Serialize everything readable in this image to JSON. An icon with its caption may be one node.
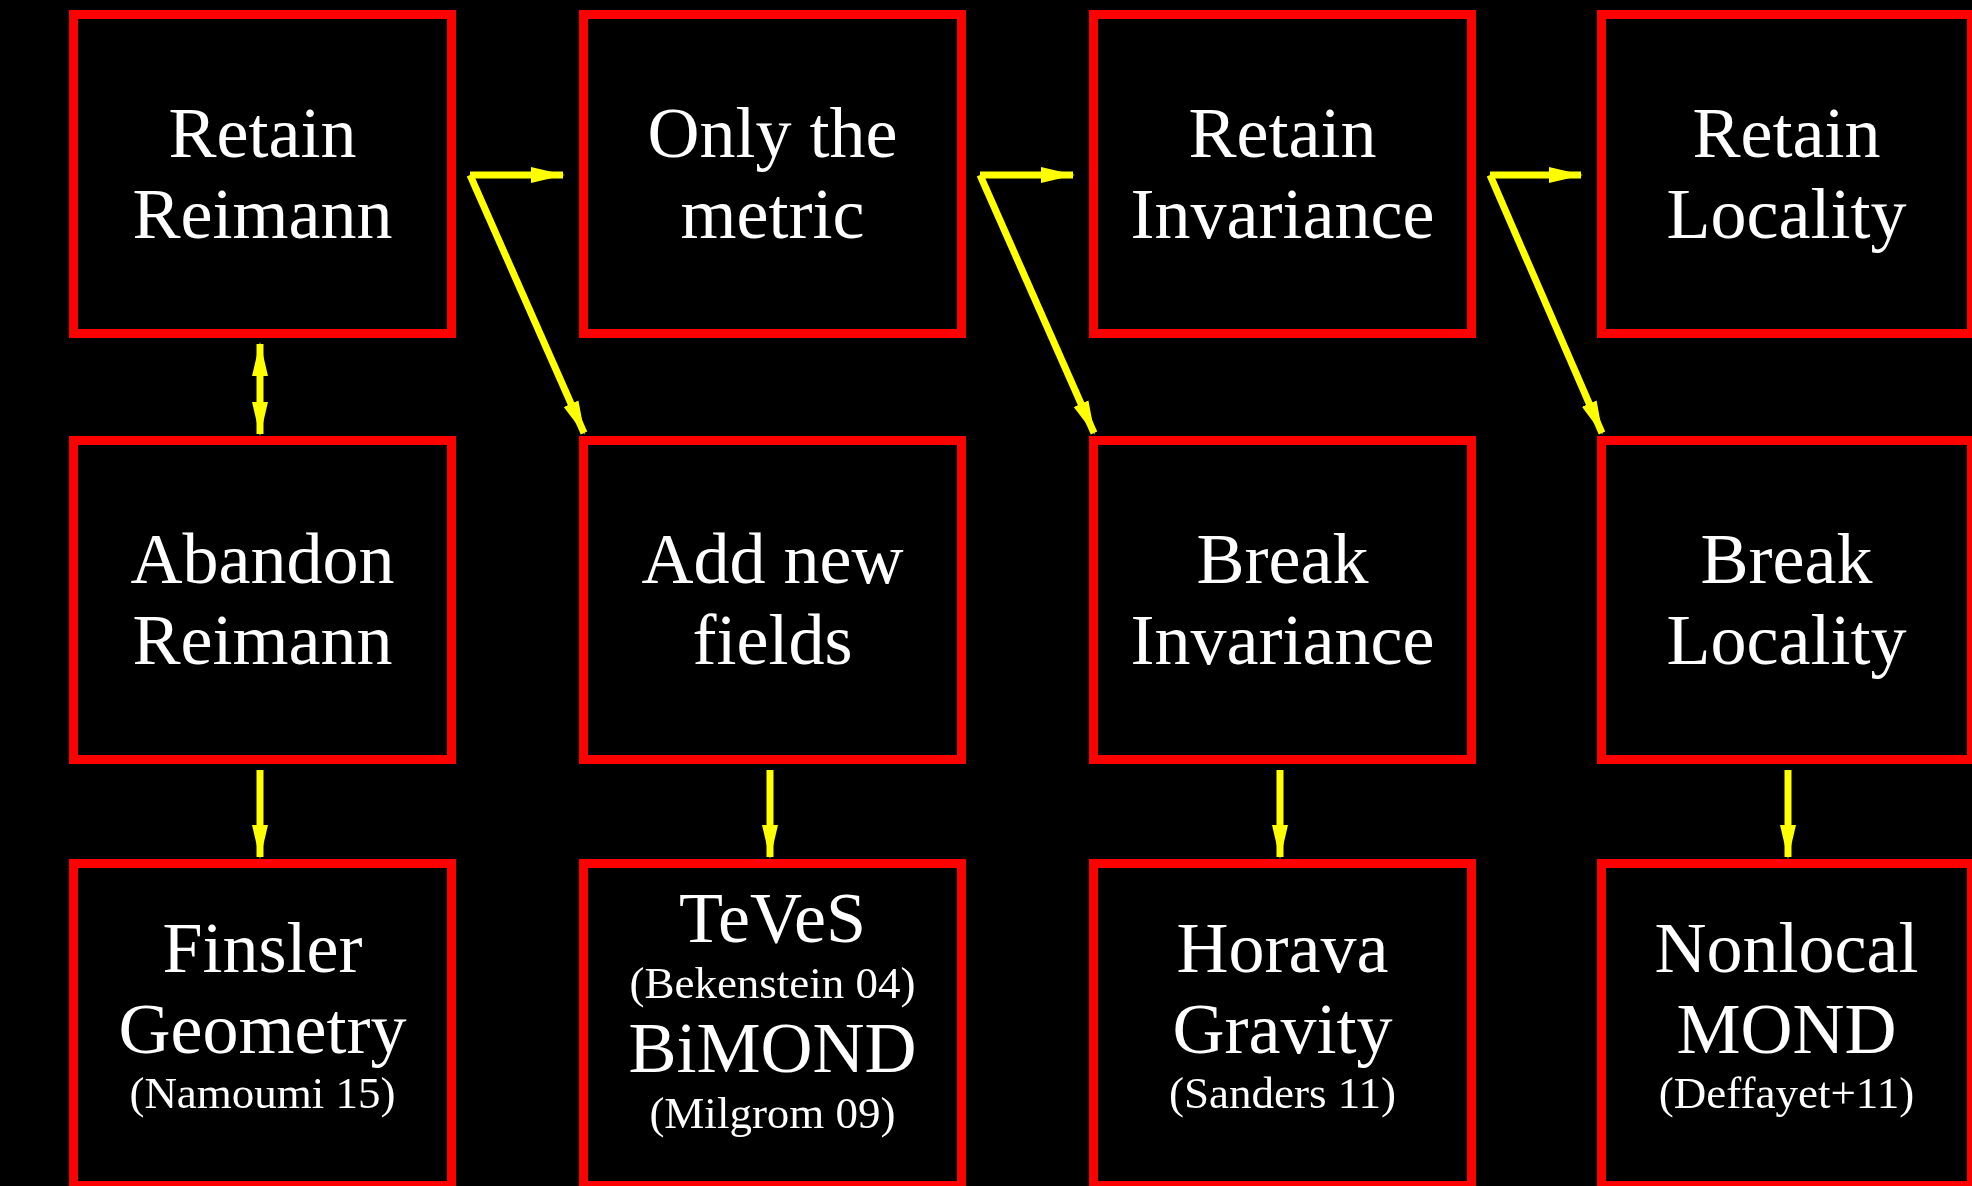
{
  "diagram": {
    "nodes": [
      {
        "text": [
          "Retain Reimann"
        ]
      },
      {
        "text": [
          "Only the metric"
        ]
      },
      {
        "text": [
          "Retain Invariance"
        ]
      },
      {
        "text": [
          "Retain Locality"
        ]
      },
      {
        "text": [
          "Abandon Reimann"
        ]
      },
      {
        "text": [
          "Add new fields"
        ]
      },
      {
        "text": [
          "Break Invariance"
        ]
      },
      {
        "text": [
          "Break Locality"
        ]
      },
      {
        "text": [
          "Finsler Geometry",
          "(Namoumi 15)"
        ]
      },
      {
        "text": [
          "TeVeS",
          "(Bekenstein 04)",
          "BiMOND",
          "(Milgrom 09)"
        ]
      },
      {
        "text": [
          "Horava Gravity",
          "(Sanders 11)"
        ]
      },
      {
        "text": [
          "Nonlocal MOND",
          "(Deffayet+11)"
        ]
      }
    ],
    "edges": [
      {
        "from": 0,
        "to": 4,
        "arrow": "both"
      },
      {
        "from": 0,
        "to": 1,
        "arrow": "to"
      },
      {
        "from": 0,
        "to": 5,
        "arrow": "to"
      },
      {
        "from": 1,
        "to": 2,
        "arrow": "to"
      },
      {
        "from": 1,
        "to": 6,
        "arrow": "to"
      },
      {
        "from": 2,
        "to": 3,
        "arrow": "to"
      },
      {
        "from": 2,
        "to": 7,
        "arrow": "to"
      },
      {
        "from": 4,
        "to": 8,
        "arrow": "to"
      },
      {
        "from": 5,
        "to": 9,
        "arrow": "to"
      },
      {
        "from": 6,
        "to": 10,
        "arrow": "to"
      },
      {
        "from": 7,
        "to": 11,
        "arrow": "to"
      }
    ]
  }
}
